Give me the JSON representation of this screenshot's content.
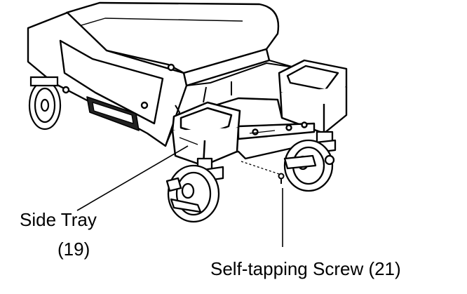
{
  "labels": {
    "side_tray_name": "Side Tray",
    "side_tray_number": "(19)",
    "screw_label": "Self-tapping Screw (21)"
  },
  "colors": {
    "ink": "#000000",
    "background": "#ffffff",
    "panel_gray": "#d9d9d9"
  }
}
